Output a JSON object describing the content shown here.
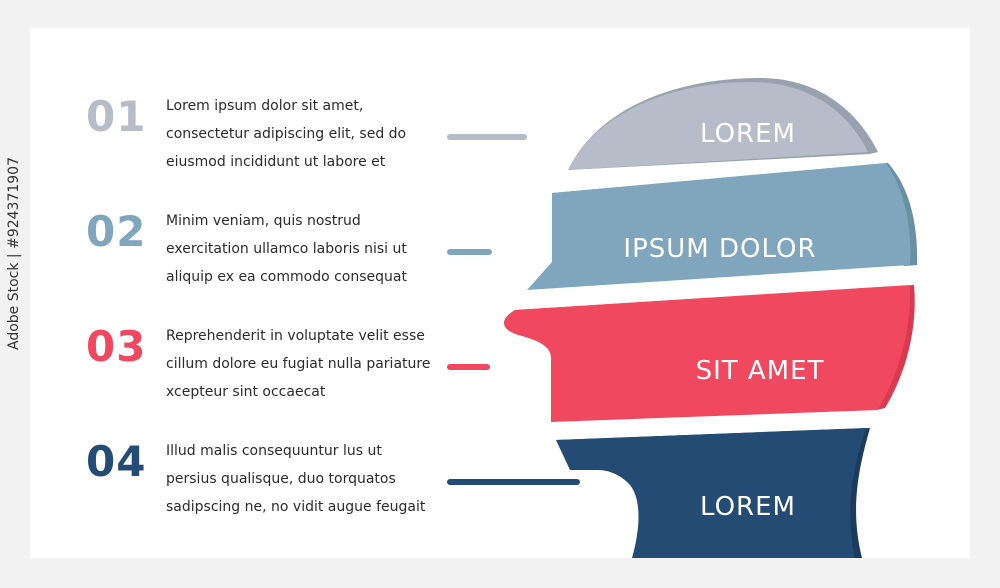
{
  "colors": {
    "gray": "#b6bcc8",
    "gray_dark": "#9aa1ae",
    "blue": "#7fa6bd",
    "blue_dark": "#6a90a6",
    "red": "#f0485e",
    "red_dark": "#d93a50",
    "navy": "#244b73",
    "navy_dark": "#1b3c5d"
  },
  "items": [
    {
      "number": "01",
      "text": "Lorem ipsum dolor sit amet, consectetur adipiscing elit, sed do eiusmod incididunt ut labore et",
      "label": "LOREM"
    },
    {
      "number": "02",
      "text": "Minim veniam, quis nostrud exercitation ullamco laboris nisi ut aliquip ex ea commodo consequat",
      "label": "IPSUM DOLOR"
    },
    {
      "number": "03",
      "text": "Reprehenderit in voluptate velit esse cillum dolore eu fugiat nulla pariature xcepteur sint occaecat",
      "label": "SIT AMET"
    },
    {
      "number": "04",
      "text": "Illud malis consequuntur lus ut persius qualisque, duo torquatos sadipscing ne, no vidit augue feugait",
      "label": "LOREM"
    }
  ],
  "watermark": "Adobe Stock | #924371907"
}
